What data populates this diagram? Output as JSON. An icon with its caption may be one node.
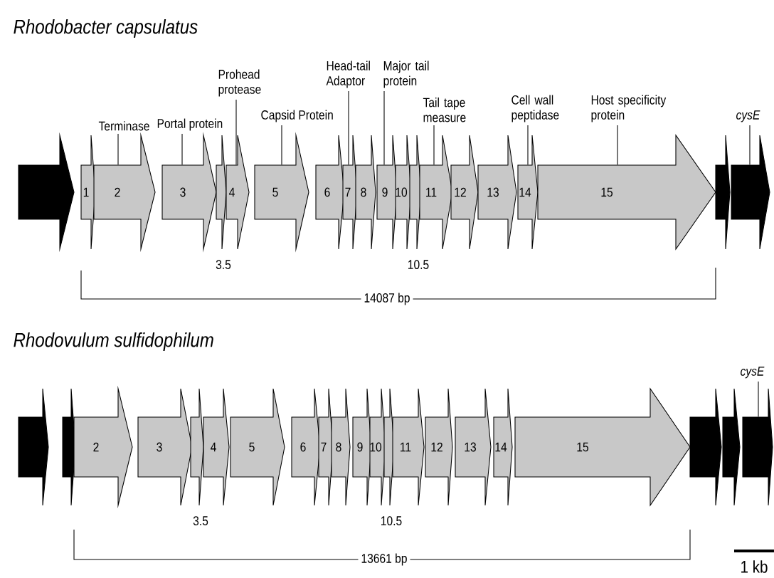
{
  "diagram": {
    "nodes": [
      {
        "text": [],
        "shape": "arrow"
      },
      {
        "text": [
          "1"
        ]
      },
      {
        "text": [
          "2"
        ]
      },
      {
        "text": [
          "3"
        ]
      },
      {
        "text": [
          "3.5"
        ]
      },
      {
        "text": [
          "4"
        ]
      },
      {
        "text": [
          "5"
        ]
      },
      {
        "text": [
          "6"
        ]
      },
      {
        "text": [
          "7"
        ]
      },
      {
        "text": [
          "8"
        ]
      },
      {
        "text": [
          "9"
        ]
      },
      {
        "text": [
          "10"
        ]
      },
      {
        "text": [
          "10.5"
        ]
      },
      {
        "text": [
          "11"
        ]
      },
      {
        "text": [
          "12"
        ]
      },
      {
        "text": [
          "13"
        ]
      },
      {
        "text": [
          "14"
        ]
      },
      {
        "text": [
          "15"
        ]
      },
      {
        "text": [],
        "shape": "arrow"
      },
      {
        "text": [],
        "shape": "arrow"
      },
      {
        "text": [
          "Terminase"
        ]
      },
      {
        "text": [
          "Portal protein"
        ]
      },
      {
        "text": [
          "Prohead protease"
        ]
      },
      {
        "text": [
          "Capsid Protein"
        ]
      },
      {
        "text": [
          "Head-tail Adaptor"
        ]
      },
      {
        "text": [
          "Major tail protein"
        ]
      },
      {
        "text": [
          "Tail tape measure"
        ]
      },
      {
        "text": [
          "Cell wall peptidase"
        ]
      },
      {
        "text": [
          "Host specificity protein"
        ]
      },
      {
        "text": [
          "cysE"
        ]
      },
      {
        "text": [],
        "shape": "arrow"
      },
      {
        "text": [],
        "shape": "arrow"
      },
      {
        "text": [
          "2"
        ]
      },
      {
        "text": [
          "3"
        ]
      },
      {
        "text": [
          "3.5"
        ]
      },
      {
        "text": [
          "4"
        ]
      },
      {
        "text": [
          "5"
        ]
      },
      {
        "text": [
          "6"
        ]
      },
      {
        "text": [
          "7"
        ]
      },
      {
        "text": [
          "8"
        ]
      },
      {
        "text": [
          "9"
        ]
      },
      {
        "text": [
          "10"
        ]
      },
      {
        "text": [
          "10.5"
        ]
      },
      {
        "text": [
          "11"
        ]
      },
      {
        "text": [
          "12"
        ]
      },
      {
        "text": [
          "13"
        ]
      },
      {
        "text": [
          "14"
        ]
      },
      {
        "text": [
          "15"
        ]
      },
      {
        "text": [],
        "shape": "arrow"
      },
      {
        "text": [],
        "shape": "arrow"
      },
      {
        "text": [],
        "shape": "arrow"
      },
      {
        "text": [
          "cysE"
        ]
      }
    ],
    "edges": [
      {
        "from": 20,
        "to": 2,
        "arrow": "none"
      },
      {
        "from": 21,
        "to": 3,
        "arrow": "none"
      },
      {
        "from": 22,
        "to": 5,
        "arrow": "none"
      },
      {
        "from": 23,
        "to": 6,
        "arrow": "none"
      },
      {
        "from": 24,
        "to": 8,
        "arrow": "none"
      },
      {
        "from": 25,
        "to": 10,
        "arrow": "none"
      },
      {
        "from": 26,
        "to": 13,
        "arrow": "none"
      },
      {
        "from": 27,
        "to": 16,
        "arrow": "none"
      },
      {
        "from": 28,
        "to": 17,
        "arrow": "none"
      },
      {
        "from": 29,
        "to": 19,
        "arrow": "none"
      },
      {
        "from": 51,
        "to": 50,
        "arrow": "none"
      }
    ],
    "labels": [
      "Rhodobacter capsulatus",
      "14087 bp",
      "Rhodovulum sulfidophilum",
      "13661 bp",
      "1 kb"
    ]
  }
}
